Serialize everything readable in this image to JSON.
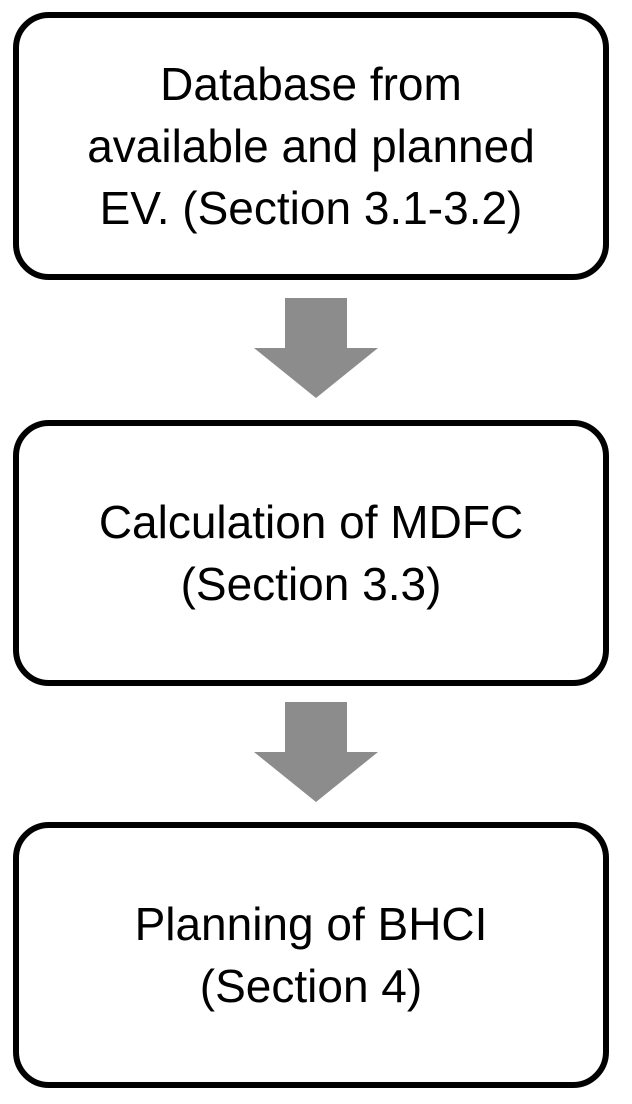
{
  "diagram": {
    "steps": [
      {
        "lines": [
          "Database from",
          "available and planned",
          "EV. (Section 3.1-3.2)"
        ]
      },
      {
        "lines": [
          "Calculation of MDFC",
          "(Section 3.3)"
        ]
      },
      {
        "lines": [
          "Planning of BHCI",
          "(Section 4)"
        ]
      }
    ],
    "colors": {
      "box_border": "#000000",
      "box_fill": "#ffffff",
      "arrow": "#8c8c8c",
      "text": "#000000"
    },
    "connector_icon": "down-arrow-icon"
  }
}
